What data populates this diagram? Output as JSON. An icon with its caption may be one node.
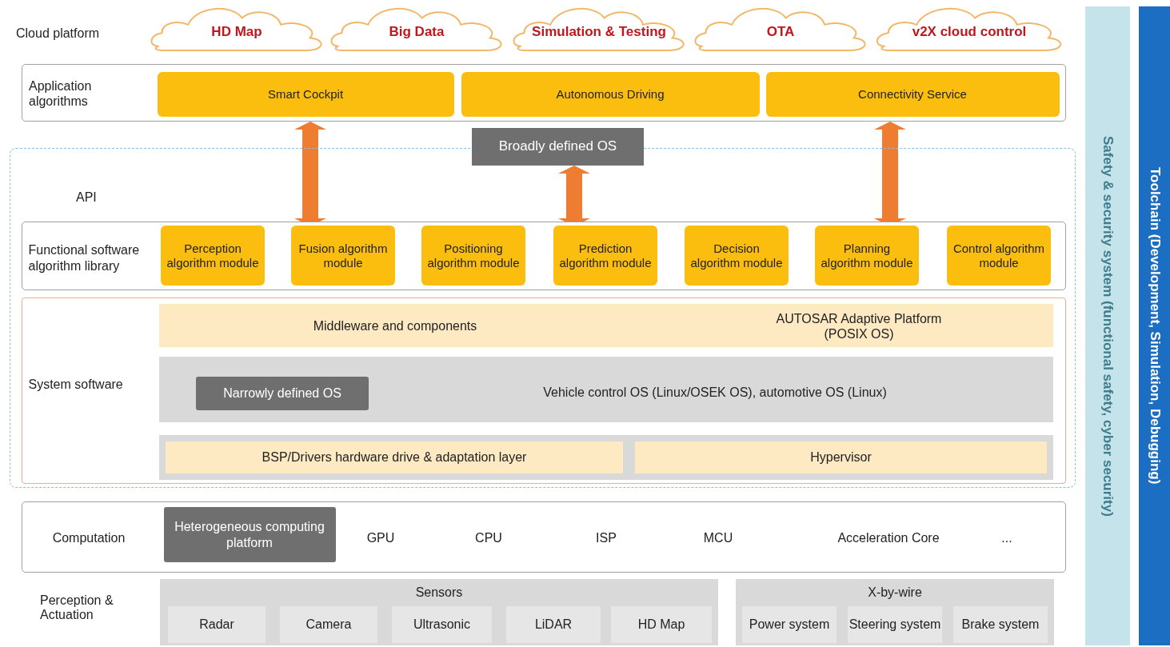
{
  "diagram": {
    "nodes": [
      {
        "text": [
          "HD Map"
        ]
      },
      {
        "text": [
          "Big Data"
        ]
      },
      {
        "text": [
          "Simulation & Testing"
        ]
      },
      {
        "text": [
          "OTA"
        ]
      },
      {
        "text": [
          "v2X cloud control"
        ]
      },
      {
        "text": [
          "Application algorithms"
        ]
      },
      {
        "text": [
          "Smart Cockpit"
        ],
        "in": 5
      },
      {
        "text": [
          "Autonomous Driving"
        ],
        "in": 5
      },
      {
        "text": [
          "Connectivity Service"
        ],
        "in": 5
      },
      {
        "text": [
          "Broadly defined OS"
        ]
      },
      {
        "text": [],
        "shape": "box"
      },
      {
        "text": [
          "Functional software algorithm library"
        ],
        "in": 10
      },
      {
        "text": [
          "Perception algorithm module"
        ],
        "in": 11
      },
      {
        "text": [
          "Fusion algorithm module"
        ],
        "in": 11
      },
      {
        "text": [
          "Positioning algorithm module"
        ],
        "in": 11
      },
      {
        "text": [
          "Prediction algorithm module"
        ],
        "in": 11
      },
      {
        "text": [
          "Decision algorithm module"
        ],
        "in": 11
      },
      {
        "text": [
          "Planning algorithm module"
        ],
        "in": 11
      },
      {
        "text": [
          "Control algorithm module"
        ],
        "in": 11
      },
      {
        "text": [
          "System software"
        ],
        "in": 10
      },
      {
        "text": [
          "Middleware and components",
          "AUTOSAR Adaptive Platform (POSIX OS)"
        ],
        "in": 19
      },
      {
        "text": [
          "Vehicle control OS (Linux/OSEK OS), automotive OS (Linux)"
        ],
        "in": 19
      },
      {
        "text": [
          "Narrowly defined OS"
        ],
        "in": 21
      },
      {
        "text": [],
        "shape": "box",
        "in": 19
      },
      {
        "text": [
          "BSP/Drivers hardware drive & adaptation layer"
        ],
        "in": 23
      },
      {
        "text": [
          "Hypervisor"
        ],
        "in": 23
      },
      {
        "text": [
          "Computation",
          "GPU",
          "CPU",
          "ISP",
          "MCU",
          "Acceleration Core",
          "..."
        ]
      },
      {
        "text": [
          "Heterogeneous computing platform"
        ],
        "in": 26
      },
      {
        "text": [
          "Sensors",
          "Radar",
          "Camera",
          "Ultrasonic",
          "LiDAR",
          "HD Map"
        ]
      },
      {
        "text": [
          "X-by-wire",
          "Power system",
          "Steering system",
          "Brake system"
        ]
      },
      {
        "text": [
          "Safety & security system (functional safety, cyber security)"
        ]
      },
      {
        "text": [
          "Toolchain (Development, Simulation, Debugging)"
        ]
      }
    ],
    "edges": [
      {
        "from": 5,
        "to": 13,
        "arrow": "both"
      },
      {
        "from": 9,
        "to": 15,
        "arrow": "both"
      },
      {
        "from": 5,
        "to": 17,
        "arrow": "both"
      }
    ],
    "labels": [
      "Cloud platform",
      "API",
      "Perception & Actuation"
    ]
  }
}
